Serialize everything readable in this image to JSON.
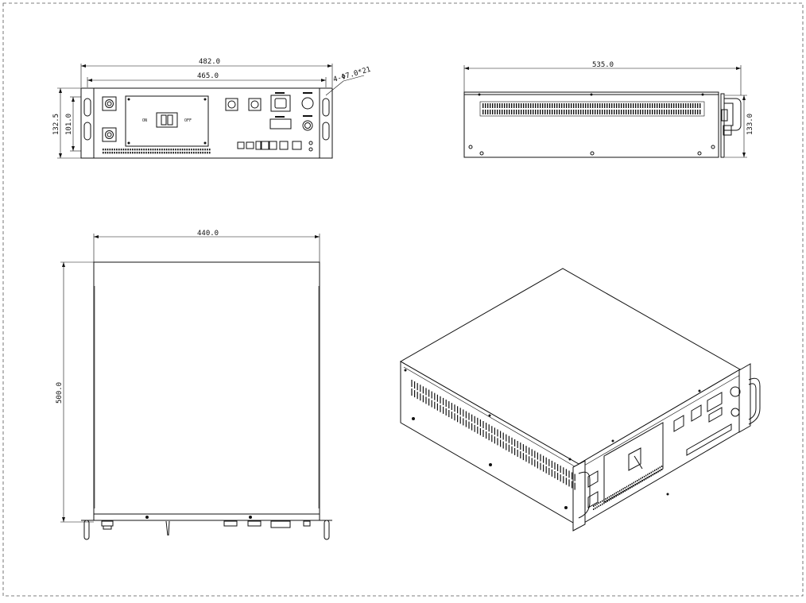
{
  "drawing": {
    "views": {
      "front": {
        "dim_overall_width": "482.0",
        "dim_inner_width": "465.0",
        "dim_overall_height": "132.5",
        "dim_inner_height": "101.0",
        "dim_hole_callout": "4-Φ7.0*21",
        "switch_on_label": "ON",
        "switch_off_label": "OFF"
      },
      "side": {
        "dim_length": "535.0",
        "dim_height": "133.0"
      },
      "top": {
        "dim_width": "440.0",
        "dim_depth": "500.0"
      },
      "iso": {}
    }
  }
}
